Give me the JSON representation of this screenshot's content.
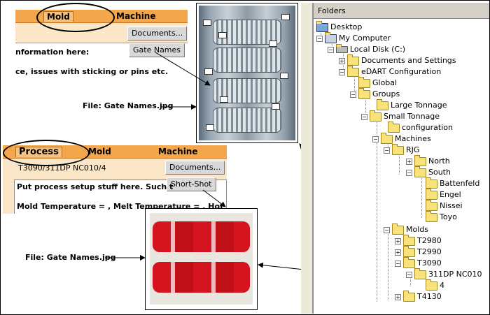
{
  "mold_panel": {
    "tab_active": "Mold",
    "tab_other": "Machine",
    "documents_btn": "Documents...",
    "gate_names_btn": "Gate Names",
    "line1": "nformation here:",
    "line2": "ce, issues with sticking or pins etc."
  },
  "process_panel": {
    "tab_active": "Process",
    "tab_mold": "Mold",
    "tab_machine": "Machine",
    "path": "T3090/311DP NC010/4",
    "documents_btn": "Documents...",
    "short_shot_btn": "Short-Shot",
    "line1": "Put process setup stuff here. Such t",
    "line2": "Mold Temperature = , Melt Temperature = , Hot"
  },
  "captions": {
    "top": "File: Gate Names.jpg",
    "bottom": "File: Gate Names.jpg"
  },
  "tree": {
    "header": "Folders",
    "desktop": "Desktop",
    "my_computer": "My Computer",
    "local_disk": "Local Disk (C:)",
    "docs_settings": "Documents and Settings",
    "edart": "eDART Configuration",
    "global": "Global",
    "groups": "Groups",
    "large_tonnage": "Large Tonnage",
    "small_tonnage": "Small Tonnage",
    "configuration": "configuration",
    "machines": "Machines",
    "rjg": "RJG",
    "north": "North",
    "south": "South",
    "battenfeld": "Battenfeld",
    "engel": "Engel",
    "nissei": "Nissei",
    "toyo": "Toyo",
    "molds": "Molds",
    "t2980": "T2980",
    "t2990": "T2990",
    "t3090": "T3090",
    "nc010": "311DP NC010",
    "four": "4",
    "t4130": "T4130"
  }
}
